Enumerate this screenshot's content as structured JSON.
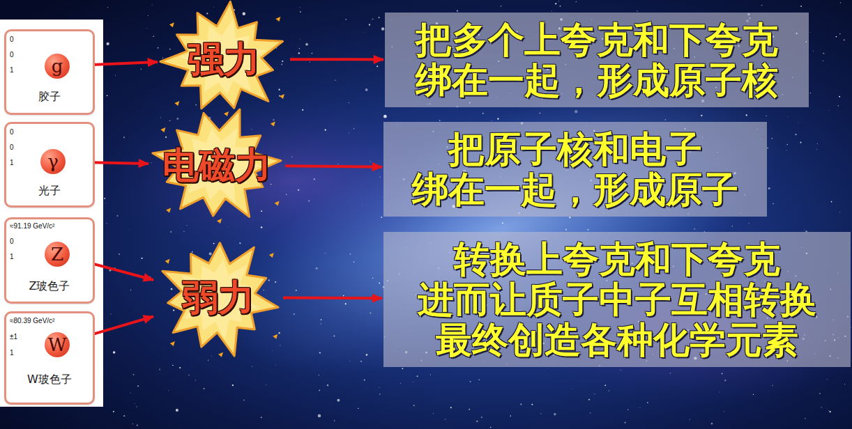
{
  "diagram": {
    "nodes": [
      {
        "text": [
          "0",
          "0",
          "1",
          "胶子"
        ]
      },
      {
        "text": [
          "g"
        ],
        "in": 0
      },
      {
        "text": [
          "0",
          "0",
          "1",
          "光子"
        ]
      },
      {
        "text": [
          "γ"
        ],
        "in": 2
      },
      {
        "text": [
          "≈91.19 GeV/c²",
          "0",
          "1",
          "Z玻色子"
        ]
      },
      {
        "text": [
          "Z"
        ],
        "in": 4
      },
      {
        "text": [
          "≈80.39 GeV/c²",
          "±1",
          "1",
          "W玻色子"
        ]
      },
      {
        "text": [
          "W"
        ],
        "in": 6
      },
      {
        "text": [
          "强力"
        ]
      },
      {
        "text": [
          "电磁力"
        ]
      },
      {
        "text": [
          "弱力"
        ]
      },
      {
        "text": [
          "把多个上夸克和下夸克 绑在一起，形成原子核"
        ]
      },
      {
        "text": [
          "把原子核和电子 绑在一起，形成原子"
        ]
      },
      {
        "text": [
          "转换上夸克和下夸克 进而让质子中子互相转换 最终创造各种化学元素"
        ]
      }
    ],
    "edges": [
      {
        "from": 1,
        "to": 8,
        "arrow": "to"
      },
      {
        "from": 3,
        "to": 9,
        "arrow": "to"
      },
      {
        "from": 5,
        "to": 10,
        "arrow": "to"
      },
      {
        "from": 7,
        "to": 10,
        "arrow": "to"
      },
      {
        "from": 8,
        "to": 11,
        "arrow": "to"
      },
      {
        "from": 9,
        "to": 12,
        "arrow": "to"
      },
      {
        "from": 10,
        "to": 13,
        "arrow": "to"
      }
    ]
  }
}
